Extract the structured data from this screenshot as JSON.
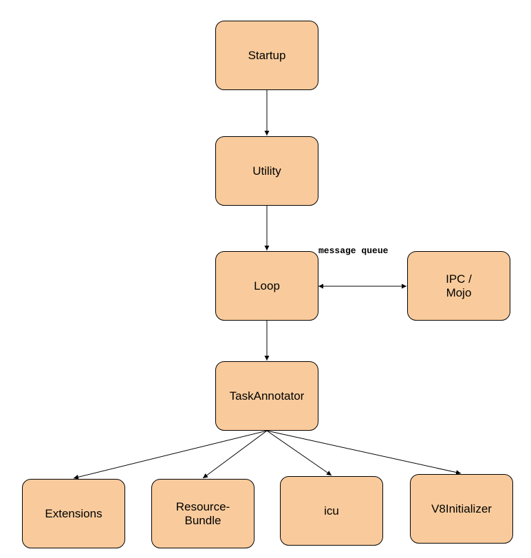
{
  "colors": {
    "node_fill": "#f9cb9c",
    "node_border": "#000000",
    "edge": "#000000",
    "background": "#ffffff"
  },
  "nodes": {
    "startup": "Startup",
    "utility": "Utility",
    "loop": "Loop",
    "ipc_mojo": "IPC /\nMojo",
    "task_annotator": "TaskAnnotator",
    "extensions": "Extensions",
    "resource_bundle": "Resource-\nBundle",
    "icu": "icu",
    "v8_initializer": "V8Initializer"
  },
  "edges": [
    {
      "from": "startup",
      "to": "utility",
      "direction": "forward"
    },
    {
      "from": "utility",
      "to": "loop",
      "direction": "forward"
    },
    {
      "from": "loop",
      "to": "ipc_mojo",
      "direction": "both",
      "label": "message queue"
    },
    {
      "from": "loop",
      "to": "task_annotator",
      "direction": "forward"
    },
    {
      "from": "task_annotator",
      "to": "extensions",
      "direction": "forward"
    },
    {
      "from": "task_annotator",
      "to": "resource_bundle",
      "direction": "forward"
    },
    {
      "from": "task_annotator",
      "to": "icu",
      "direction": "forward"
    },
    {
      "from": "task_annotator",
      "to": "v8_initializer",
      "direction": "forward"
    }
  ]
}
